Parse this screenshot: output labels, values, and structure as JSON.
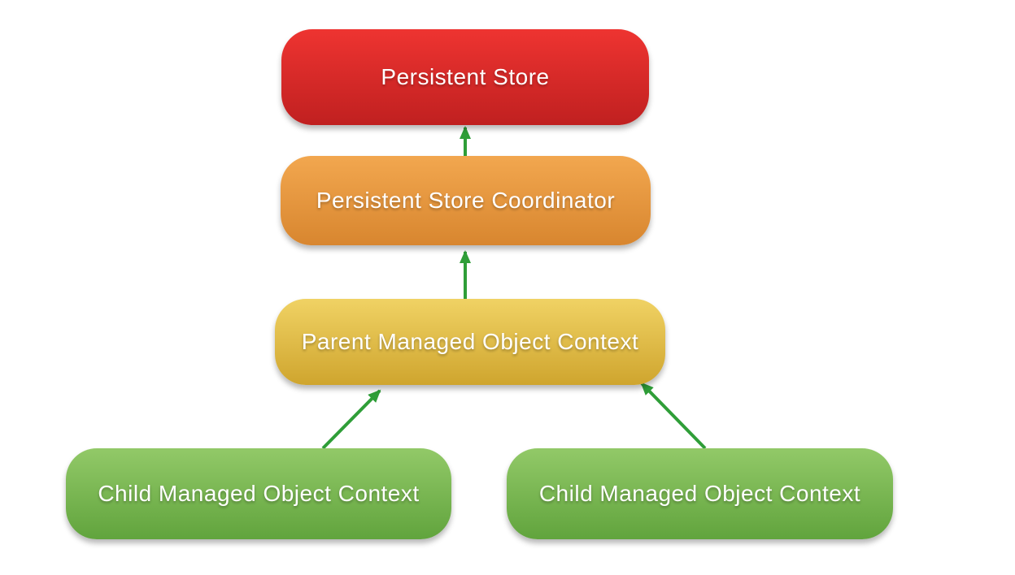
{
  "diagram": {
    "type": "flowchart",
    "background_color": "#ffffff",
    "arrow_color": "#2f9e38",
    "text_color": "#ffffff",
    "nodes": [
      {
        "id": "persistent-store",
        "label": "Persistent Store",
        "color_top": "#ee3431",
        "color_bottom": "#c02020",
        "text_color": "#ffffff"
      },
      {
        "id": "persistent-store-coordinator",
        "label": "Persistent Store Coordinator",
        "color_top": "#f2a74f",
        "color_bottom": "#d8862f",
        "text_color": "#ffffff"
      },
      {
        "id": "parent-managed-object-context",
        "label": "Parent Managed Object Context",
        "color_top": "#f0d264",
        "color_bottom": "#cfa52e",
        "text_color": "#ffffff"
      },
      {
        "id": "child-managed-object-context-left",
        "label": "Child Managed Object Context",
        "color_top": "#92c968",
        "color_bottom": "#61a43d",
        "text_color": "#ffffff"
      },
      {
        "id": "child-managed-object-context-right",
        "label": "Child Managed Object Context",
        "color_top": "#92c968",
        "color_bottom": "#61a43d",
        "text_color": "#ffffff"
      }
    ],
    "edges": [
      {
        "from": "persistent-store-coordinator",
        "to": "persistent-store"
      },
      {
        "from": "parent-managed-object-context",
        "to": "persistent-store-coordinator"
      },
      {
        "from": "child-managed-object-context-left",
        "to": "parent-managed-object-context"
      },
      {
        "from": "child-managed-object-context-right",
        "to": "parent-managed-object-context"
      }
    ]
  }
}
